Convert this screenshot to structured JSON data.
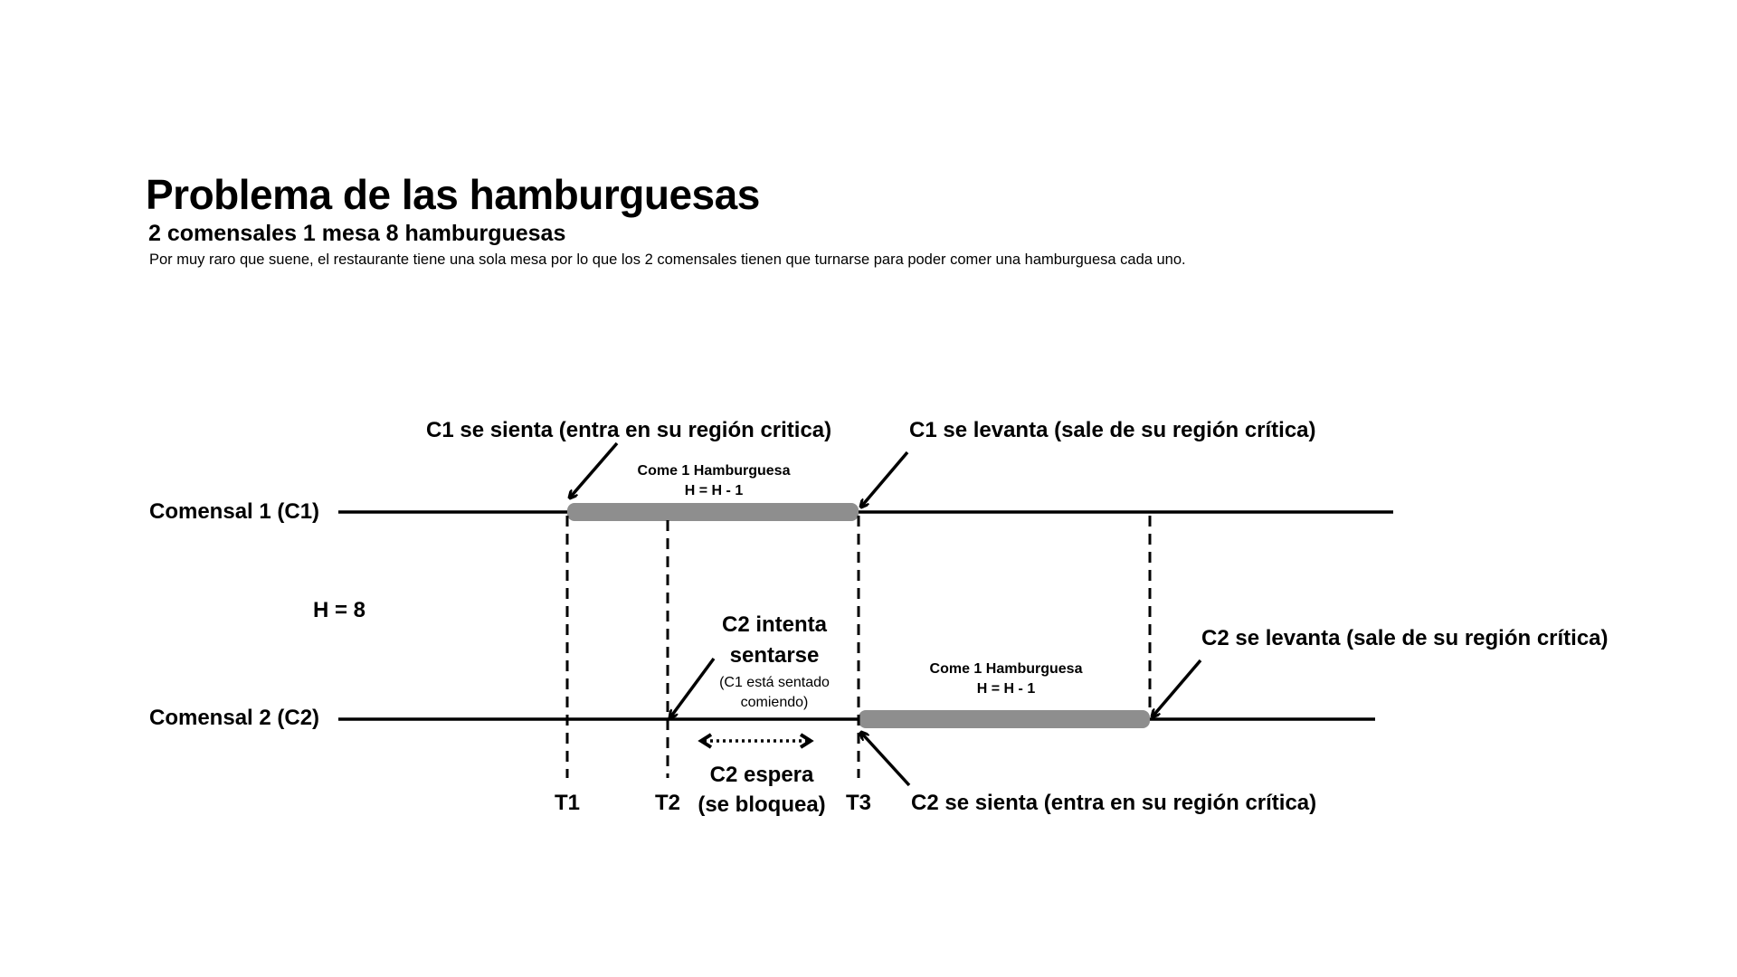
{
  "header": {
    "title": "Problema de las hamburguesas",
    "subtitle": "2 comensales 1 mesa 8 hamburguesas",
    "description": "Por muy raro que suene, el restaurante tiene una sola mesa por lo que los 2 comensales tienen que turnarse para poder comer una hamburguesa cada uno."
  },
  "lanes": {
    "c1_label": "Comensal 1 (C1)",
    "c2_label": "Comensal 2 (C2)"
  },
  "state": {
    "h_initial": "H = 8"
  },
  "events": {
    "c1_sits": "C1 se sienta (entra en su  región critica)",
    "c1_stands": "C1 se levanta (sale de su región crítica)",
    "c2_tries_line1": "C2 intenta",
    "c2_tries_line2": "sentarse",
    "c2_tries_note_line1": "(C1 está sentado",
    "c2_tries_note_line2": "comiendo)",
    "c2_stands": "C2 se levanta (sale de su región crítica)",
    "c2_sits": "C2 se sienta (entra en su  región crítica)",
    "c2_waits_line1": "C2 espera",
    "c2_waits_line2": "(se bloquea)"
  },
  "eating_blocks": {
    "c1_line1": "Come 1 Hamburguesa",
    "c1_line2": "H = H - 1",
    "c2_line1": "Come 1 Hamburguesa",
    "c2_line2": "H = H - 1"
  },
  "time_marks": [
    "T1",
    "T2",
    "T3"
  ],
  "colors": {
    "line": "#000000",
    "eating_bar": "#8e8e8e",
    "background": "#ffffff"
  }
}
